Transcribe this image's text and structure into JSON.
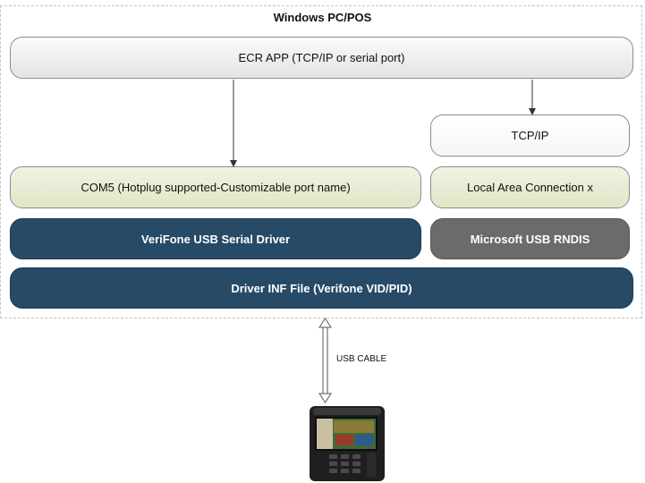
{
  "title": "Windows PC/POS",
  "nodes": {
    "ecr_app": "ECR APP (TCP/IP or serial port)",
    "tcp_ip": "TCP/IP",
    "com5": "COM5 (Hotplug supported-Customizable port name)",
    "local_area": "Local Area Connection x",
    "usb_serial_driver": "VeriFone USB Serial Driver",
    "usb_rndis": "Microsoft USB RNDIS",
    "driver_inf": "Driver INF File (Verifone VID/PID)"
  },
  "cable_label": "USB CABLE"
}
